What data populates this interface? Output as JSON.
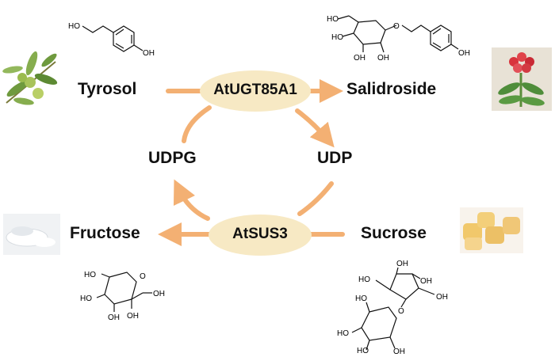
{
  "compounds": {
    "tyrosol": "Tyrosol",
    "salidroside": "Salidroside",
    "udpg": "UDPG",
    "udp": "UDP",
    "fructose": "Fructose",
    "sucrose": "Sucrose"
  },
  "enzymes": {
    "ugt": "AtUGT85A1",
    "sus": "AtSUS3"
  },
  "structure_labels": {
    "ho": "HO",
    "oh": "OH",
    "o": "O"
  },
  "colors": {
    "arrow": "#f3b073",
    "enzyme_fill": "#f7e9c4",
    "text": "#111111"
  }
}
